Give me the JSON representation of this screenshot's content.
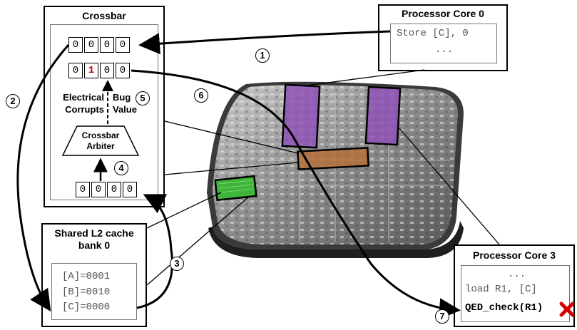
{
  "crossbar": {
    "title": "Crossbar",
    "row1": [
      "0",
      "0",
      "0",
      "0"
    ],
    "row2": [
      "0",
      "1",
      "0",
      "0"
    ],
    "row3": [
      "0",
      "0",
      "0",
      "0"
    ],
    "bug_label_left": "Electrical\nCorrupts",
    "bug_label_right": "Bug\nValue",
    "arbiter_label": "Crossbar\nArbiter"
  },
  "core0": {
    "title": "Processor Core 0",
    "line1": "Store [C], 0",
    "line2": "..."
  },
  "l2": {
    "title_line1": "Shared L2 cache",
    "title_line2": "bank 0",
    "lines": [
      "[A]=0001",
      "[B]=0010",
      "[C]=0000"
    ]
  },
  "core3": {
    "title": "Processor Core 3",
    "line1": "...",
    "line2": "load  R1, [C]",
    "line3": "QED_check(R1)"
  },
  "steps": [
    "1",
    "2",
    "3",
    "4",
    "5",
    "6",
    "7"
  ],
  "colors": {
    "purple": "#8e4fb8",
    "orange": "#b5703a",
    "green": "#3fb53a",
    "fail": "#d40000"
  }
}
